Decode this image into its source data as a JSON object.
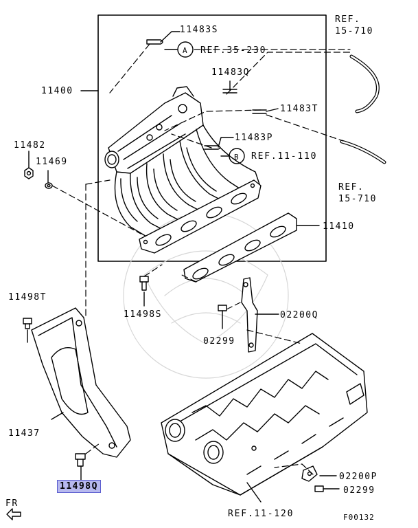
{
  "labels": {
    "p11483S": "11483S",
    "p11483Q": "11483Q",
    "p11400": "11400",
    "p11483T": "11483T",
    "p11483P": "11483P",
    "p11482": "11482",
    "p11469": "11469",
    "p11410": "11410",
    "p11498T": "11498T",
    "p11498S": "11498S",
    "p02200Q": "02200Q",
    "p02299": "02299",
    "p11437": "11437",
    "p11498Q": "11498Q",
    "p02200P": "02200P"
  },
  "refs": {
    "ref_word": "REF.",
    "r15_710": "15-710",
    "r35_230": "REF.35-230",
    "r11_110": "REF.11-110",
    "r11_120": "REF.11-120"
  },
  "callouts": {
    "a": "A",
    "b": "B"
  },
  "fr": "FR",
  "figure_code": "F00132",
  "highlight_color": "#b7b9ee"
}
